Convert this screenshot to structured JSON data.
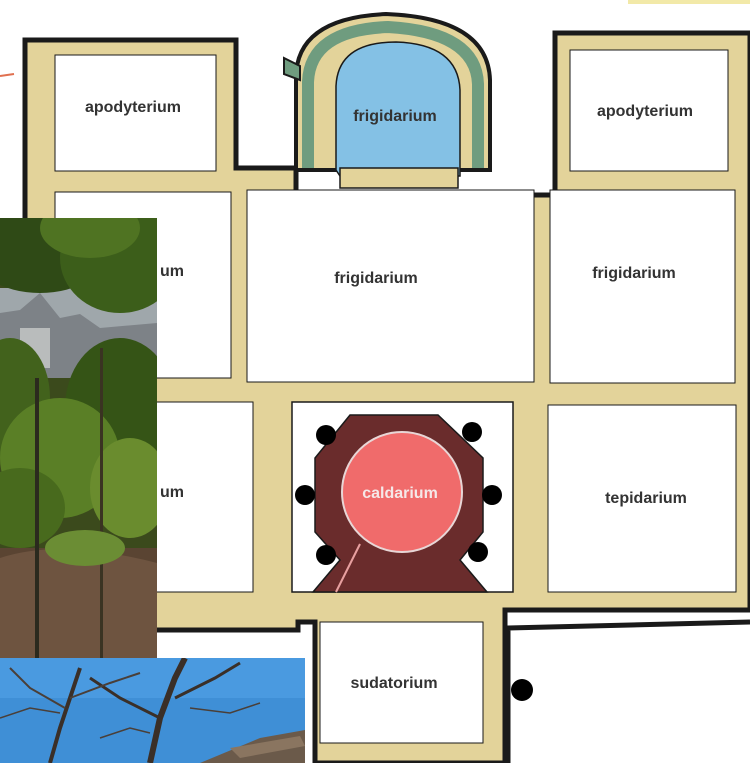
{
  "colors": {
    "wall": "#e3d39a",
    "wall_outline": "#1a1a1a",
    "room_fill": "#ffffff",
    "frigidarium_apse": "#84c1e5",
    "apse_ring": "#6f9c7f",
    "caldarium_octagon": "#6a2c2c",
    "caldarium_pool": "#f06b6b",
    "column": "#000000"
  },
  "rooms": {
    "apodyterium_left": "apodyterium",
    "apse": "frigidarium",
    "apodyterium_right": "apodyterium",
    "left_mid_partial": "um",
    "frigidarium_center": "frigidarium",
    "frigidarium_right": "frigidarium",
    "left_low_partial": "um",
    "caldarium": "caldarium",
    "tepidarium": "tepidarium",
    "sudatorium": "sudatorium"
  },
  "photos": {
    "garden": "garden-photo",
    "sky": "tree-sky-photo"
  }
}
